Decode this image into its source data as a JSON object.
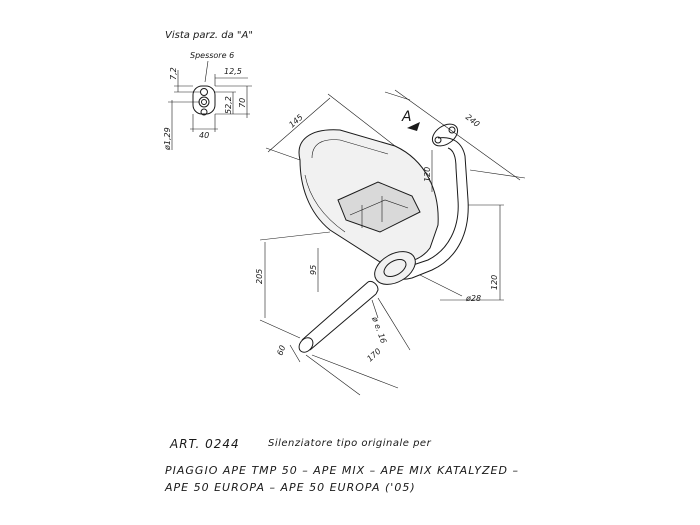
{
  "view_title": "Vista parz. da \"A\"",
  "view_marker": "A",
  "thickness_label": "Spessore 6",
  "flange_dims": {
    "d1": "7,2",
    "d2": "12,5",
    "d3": "52,2",
    "d4": "70",
    "d5": "40",
    "d6": "ø1,29"
  },
  "main_dims": {
    "d145": "145",
    "d240": "240",
    "d120a": "120",
    "d205": "205",
    "d95": "95",
    "d120b": "120",
    "d28": "ø28",
    "d16": "ø e. 16",
    "d60": "60",
    "d170": "170"
  },
  "footer": {
    "article": "ART.  0244",
    "description": "Silenziatore tipo originale per",
    "models_line1": "PIAGGIO APE TMP 50  –  APE MIX  –  APE MIX KATALYZED  –",
    "models_line2": "APE 50 EUROPA  –  APE 50 EUROPA ('05)"
  }
}
